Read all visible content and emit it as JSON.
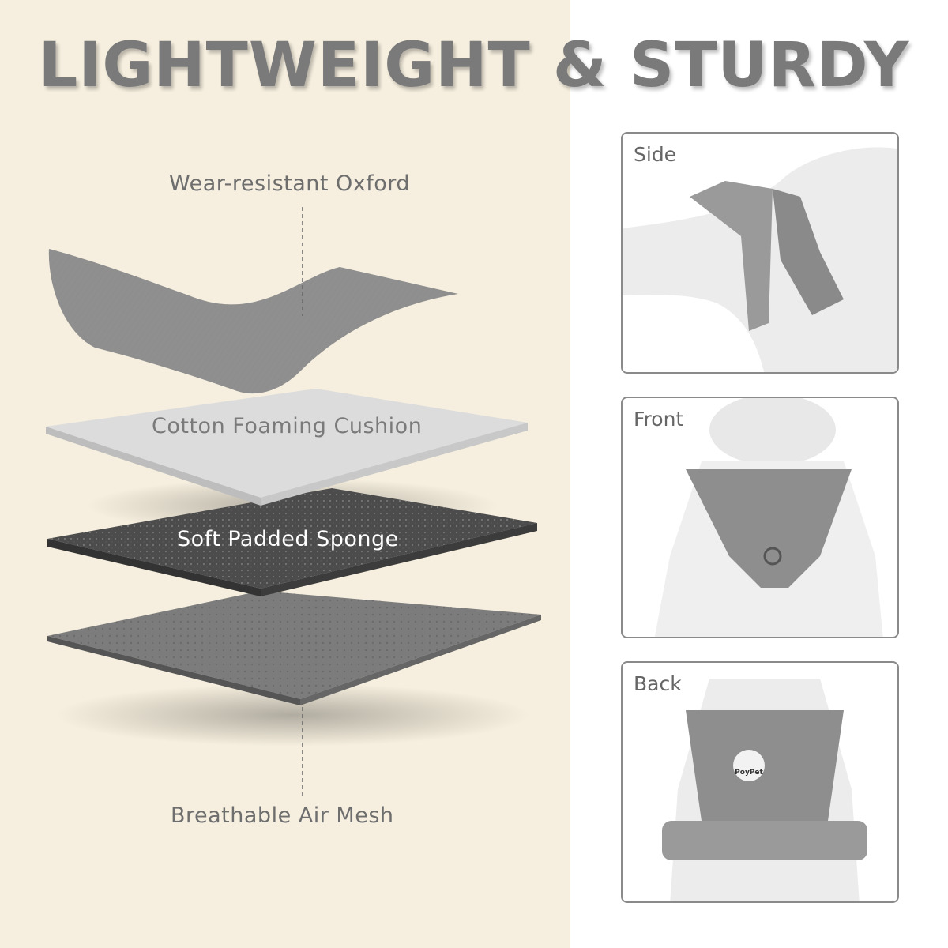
{
  "title": "LIGHTWEIGHT & STURDY",
  "layers": [
    {
      "name": "Wear-resistant Oxford"
    },
    {
      "name": "Cotton Foaming Cushion"
    },
    {
      "name": "Soft Padded Sponge"
    },
    {
      "name": "Breathable Air Mesh"
    }
  ],
  "views": [
    {
      "label": "Side"
    },
    {
      "label": "Front"
    },
    {
      "label": "Back"
    }
  ],
  "brand": "PoyPet",
  "colors": {
    "background_left": "#f6efdf",
    "title": "#7a7a7a",
    "harness": "#8e8e8e"
  }
}
